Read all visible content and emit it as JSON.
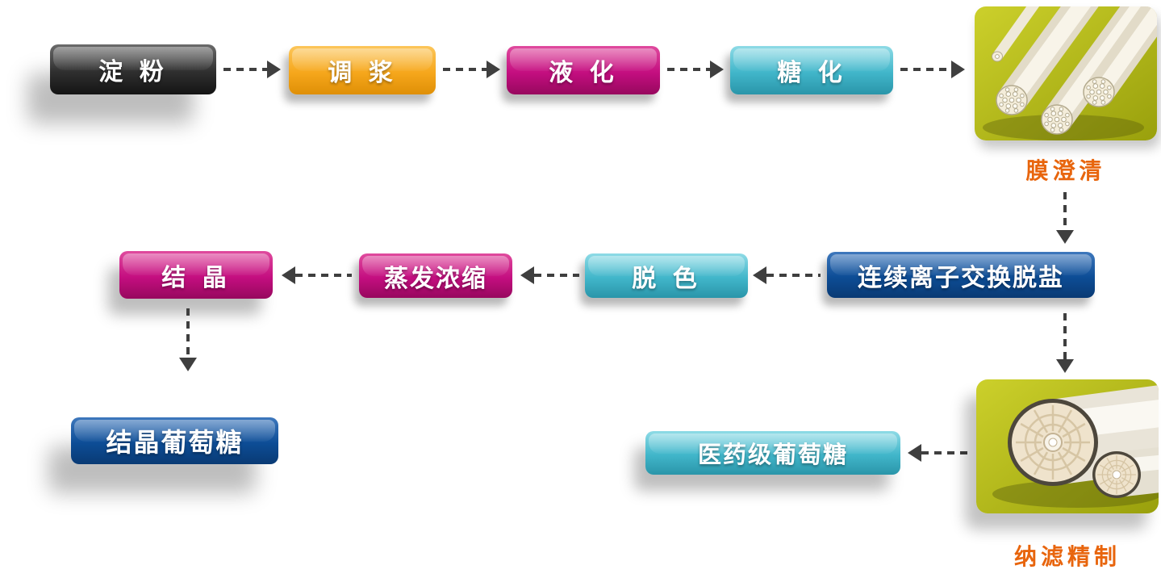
{
  "diagram": {
    "type": "process-flowchart",
    "nodes": {
      "starch": {
        "label": "淀 粉",
        "color": "#2f2f2f"
      },
      "slurry": {
        "label": "调 浆",
        "color": "#f6a71c"
      },
      "liquefaction": {
        "label": "液 化",
        "color": "#c40e80"
      },
      "saccharification": {
        "label": "糖 化",
        "color": "#41b6ca"
      },
      "ion_exchange": {
        "label": "连续离子交换脱盐",
        "color": "#0d4d96"
      },
      "decolorization": {
        "label": "脱 色",
        "color": "#41b6ca"
      },
      "evaporation": {
        "label": "蒸发浓缩",
        "color": "#c40e80"
      },
      "crystallization": {
        "label": "结 晶",
        "color": "#c40e80"
      },
      "crystalline_glucose": {
        "label": "结晶葡萄糖",
        "color": "#0d4d96"
      },
      "pharma_glucose": {
        "label": "医药级葡萄糖",
        "color": "#41b6ca"
      }
    },
    "captions": {
      "membrane_clarification": "膜澄清",
      "nanofiltration_refining": "纳滤精制"
    },
    "images": {
      "ceramic_membrane": "ceramic-membrane-tubes-photo",
      "spiral_membrane": "spiral-wound-membrane-modules-photo"
    },
    "colors": {
      "caption_text": "#e8650d",
      "arrow": "#3f3f3f",
      "tile_background": "#b8bd16"
    }
  }
}
